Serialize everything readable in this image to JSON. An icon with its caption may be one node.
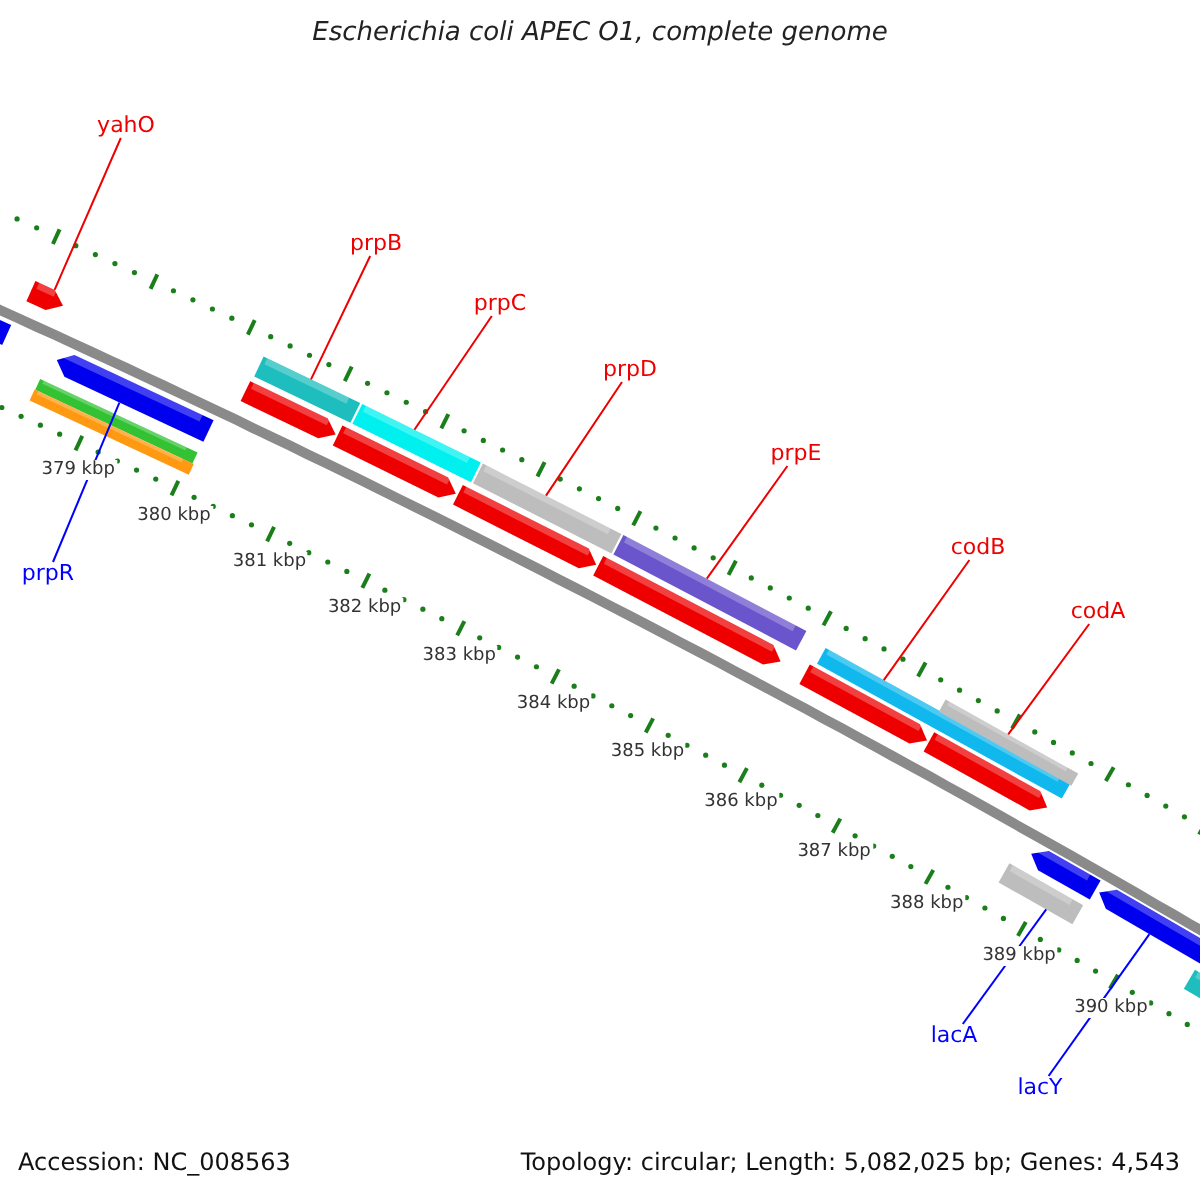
{
  "diagram": {
    "title": "Escherichia coli APEC O1, complete genome",
    "nodes": [
      {
        "text": [
          "yahO"
        ]
      },
      {
        "text": [
          "prpB"
        ]
      },
      {
        "text": [
          "prpC"
        ]
      },
      {
        "text": [
          "prpD"
        ]
      },
      {
        "text": [
          "prpE"
        ]
      },
      {
        "text": [
          "codB"
        ]
      },
      {
        "text": [
          "prpR"
        ]
      },
      {
        "text": [
          "codA"
        ]
      },
      {
        "text": [
          "lacA"
        ]
      },
      {
        "text": [
          "lacY"
        ]
      },
      {
        "text": [],
        "shape": "bar"
      },
      {
        "text": [],
        "shape": "bar"
      },
      {
        "text": [],
        "shape": "bar"
      },
      {
        "text": [],
        "shape": "bar"
      },
      {
        "text": [],
        "shape": "bar"
      },
      {
        "text": [],
        "shape": "bar"
      },
      {
        "text": [],
        "shape": "bar"
      },
      {
        "text": [],
        "shape": "bar"
      },
      {
        "text": [],
        "shape": "bar"
      },
      {
        "text": [],
        "shape": "bar"
      }
    ],
    "edges": [
      {
        "from": 0,
        "to": 10,
        "arrow": "none"
      },
      {
        "from": 1,
        "to": 12,
        "arrow": "none"
      },
      {
        "from": 2,
        "to": 13,
        "arrow": "none"
      },
      {
        "from": 3,
        "to": 14,
        "arrow": "none"
      },
      {
        "from": 4,
        "to": 15,
        "arrow": "none"
      },
      {
        "from": 5,
        "to": 16,
        "arrow": "none"
      },
      {
        "from": 6,
        "to": 11,
        "arrow": "none",
        "color": "#0000ff"
      },
      {
        "from": 7,
        "to": 17,
        "arrow": "none"
      },
      {
        "from": 8,
        "to": 18,
        "arrow": "none",
        "color": "#0000ff"
      },
      {
        "from": 9,
        "to": 19,
        "arrow": "none",
        "color": "#0000ff"
      }
    ],
    "labels": [
      "379 kbp",
      "380 kbp",
      "381 kbp",
      "382 kbp",
      "383 kbp",
      "384 kbp",
      "385 kbp",
      "386 kbp",
      "387 kbp",
      "388 kbp",
      "389 kbp",
      "390 kbp",
      "Accession: NC_008563",
      "Topology: circular; Length: 5,082,025 bp; Genes: 4,543"
    ]
  }
}
